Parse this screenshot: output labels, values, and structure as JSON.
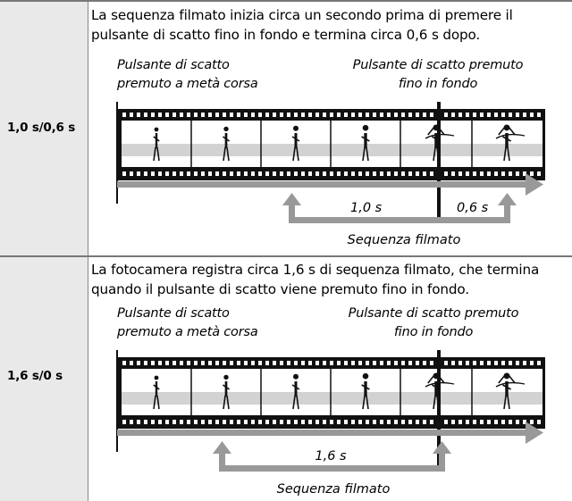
{
  "rows": [
    {
      "label": "1,0 s/0,6 s",
      "description_line1": "La sequenza filmato inizia circa un secondo prima di premere il",
      "description_line2": "pulsante di scatto fino in fondo e termina circa 0,6 s dopo.",
      "half_press_caption_line1": "Pulsante di scatto",
      "half_press_caption_line2": "premuto a metà corsa",
      "full_press_caption_line1": "Pulsante di scatto premuto",
      "full_press_caption_line2": "fino in fondo",
      "before_duration": "1,0 s",
      "after_duration": "0,6 s",
      "sequence_label": "Sequenza filmato"
    },
    {
      "label": "1,6 s/0 s",
      "description_line1": "La fotocamera registra circa 1,6 s di sequenza filmato, che termina",
      "description_line2": "quando il pulsante di scatto viene premuto fino in fondo.",
      "half_press_caption_line1": "Pulsante di scatto",
      "half_press_caption_line2": "premuto a metà corsa",
      "full_press_caption_line1": "Pulsante di scatto premuto",
      "full_press_caption_line2": "fino in fondo",
      "before_duration": "1,6 s",
      "sequence_label": "Sequenza filmato"
    }
  ],
  "colors": {
    "label_cell_bg": "#e9e9e9",
    "arrow_gray": "#999999",
    "film_black": "#111111"
  }
}
